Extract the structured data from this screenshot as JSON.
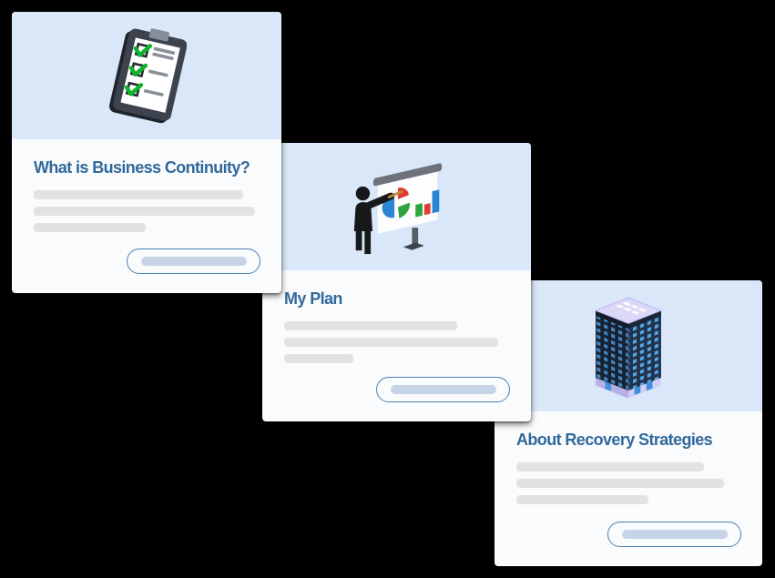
{
  "page": {
    "background_color": "#000000",
    "description": "Three overlapping info cards arranged diagonally, each with an illustrated blue header, a title, placeholder text lines and a placeholder pill button"
  },
  "colors": {
    "card_header_blue": "#d9e7f8",
    "card_body": "#fafbfc",
    "title_text": "#31699c",
    "placeholder_gray": "#e2e2e4",
    "button_border": "#4d80af",
    "button_fill": "#c5d4e6"
  },
  "cards": [
    {
      "title": "What is Business Continuity?",
      "icon": "clipboard-checklist-icon",
      "placeholder_text_lines": 3,
      "has_placeholder_button": true
    },
    {
      "title": "My Plan",
      "icon": "presentation-chart-icon",
      "placeholder_text_lines": 3,
      "has_placeholder_button": true
    },
    {
      "title": "About Recovery Strategies",
      "icon": "office-building-icon",
      "placeholder_text_lines": 3,
      "has_placeholder_button": true
    }
  ]
}
